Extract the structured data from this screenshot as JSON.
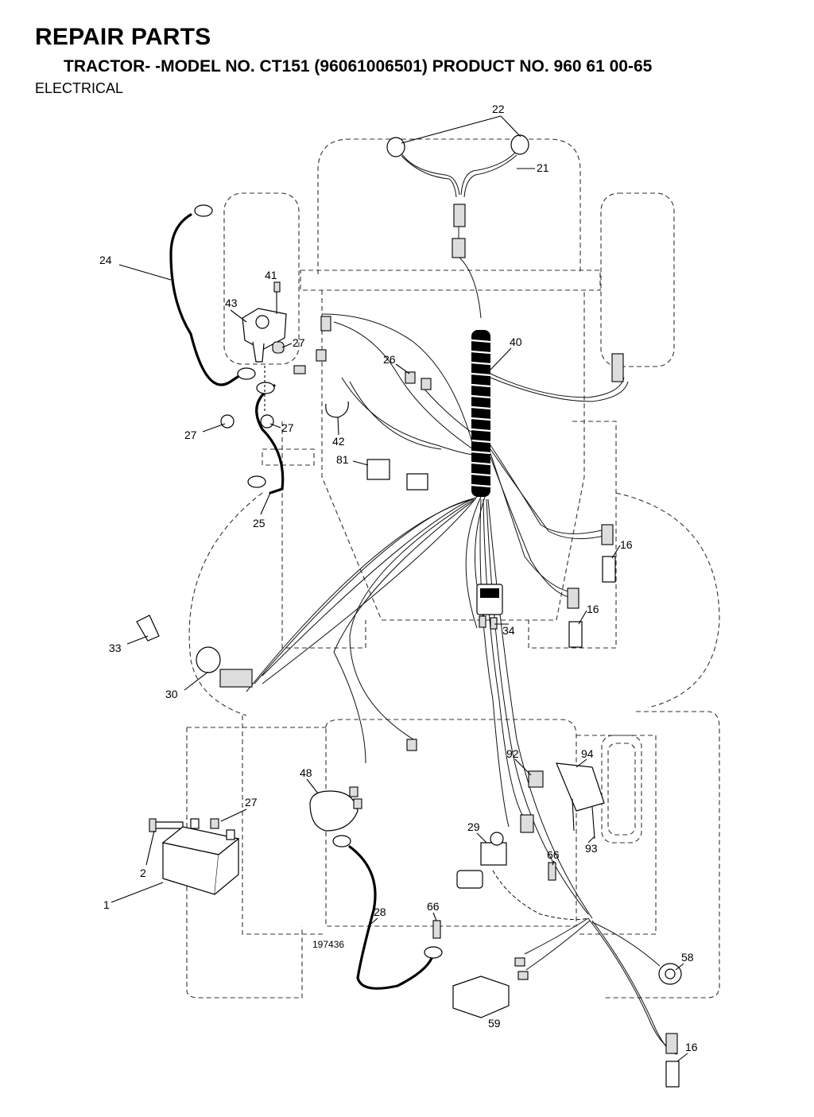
{
  "header": {
    "title": "REPAIR PARTS",
    "model": "TRACTOR- -MODEL NO. CT151 (96061006501) PRODUCT NO. 960 61 00-65",
    "section": "ELECTRICAL"
  },
  "diagram": {
    "figure_number": "197436",
    "callouts": [
      "22",
      "21",
      "24",
      "41",
      "43",
      "27",
      "40",
      "26",
      "27",
      "27",
      "42",
      "81",
      "25",
      "16",
      "16",
      "34",
      "33",
      "30",
      "92",
      "94",
      "48",
      "27",
      "29",
      "93",
      "2",
      "66",
      "1",
      "28",
      "66",
      "58",
      "59",
      "16"
    ]
  }
}
